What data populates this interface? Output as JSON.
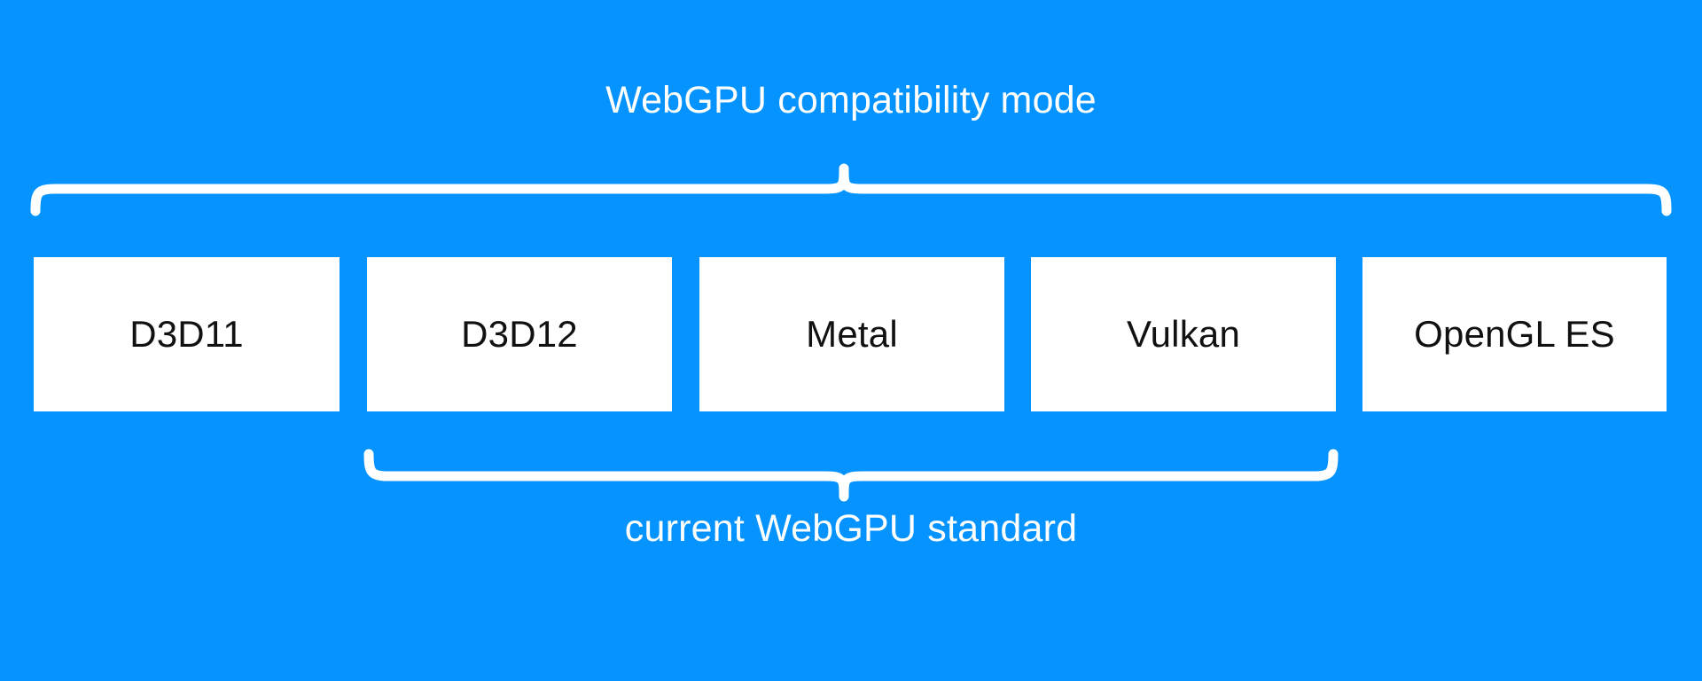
{
  "diagram": {
    "background_color": "#0593FF",
    "top_brace": {
      "label": "WebGPU compatibility mode",
      "label_color": "#FFFFFF",
      "direction": "up",
      "spans_boxes": [
        "D3D11",
        "D3D12",
        "Metal",
        "Vulkan",
        "OpenGL ES"
      ]
    },
    "bottom_brace": {
      "label": "current WebGPU standard",
      "label_color": "#FFFFFF",
      "direction": "down",
      "spans_boxes": [
        "D3D12",
        "Metal",
        "Vulkan"
      ]
    },
    "boxes": [
      {
        "label": "D3D11",
        "fill": "#FFFFFF",
        "text_color": "#111111"
      },
      {
        "label": "D3D12",
        "fill": "#FFFFFF",
        "text_color": "#111111"
      },
      {
        "label": "Metal",
        "fill": "#FFFFFF",
        "text_color": "#111111"
      },
      {
        "label": "Vulkan",
        "fill": "#FFFFFF",
        "text_color": "#111111"
      },
      {
        "label": "OpenGL ES",
        "fill": "#FFFFFF",
        "text_color": "#111111"
      }
    ]
  }
}
